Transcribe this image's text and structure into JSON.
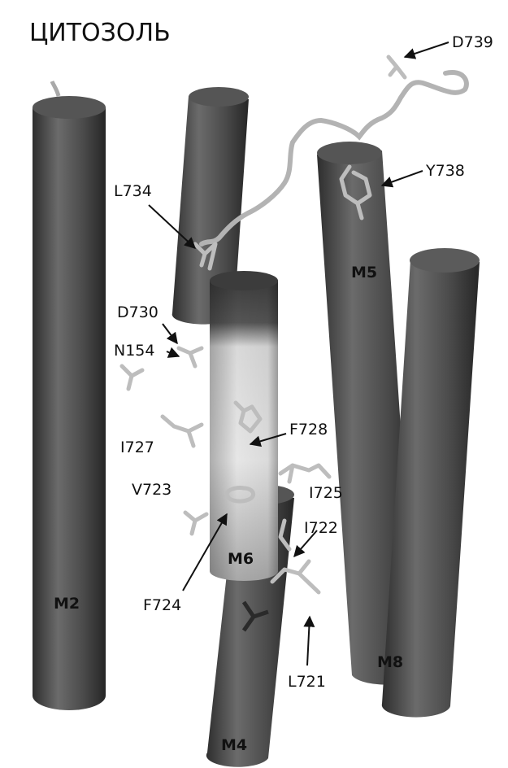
{
  "title": "ЦИТОЗОЛЬ",
  "colors": {
    "helix_dark": "#4a4a4a",
    "helix_highlight": "#cfcfcf",
    "sidechain": "#bdbdbd",
    "text": "#111111"
  },
  "helices": {
    "m2": "M2",
    "m4": "M4",
    "m5": "M5",
    "m6": "M6",
    "m8": "M8"
  },
  "residues": {
    "d739": "D739",
    "y738": "Y738",
    "l734": "L734",
    "d730": "D730",
    "n154": "N154",
    "f728": "F728",
    "i727": "I727",
    "v723": "V723",
    "i725": "I725",
    "i722": "I722",
    "f724": "F724",
    "l721": "L721"
  }
}
